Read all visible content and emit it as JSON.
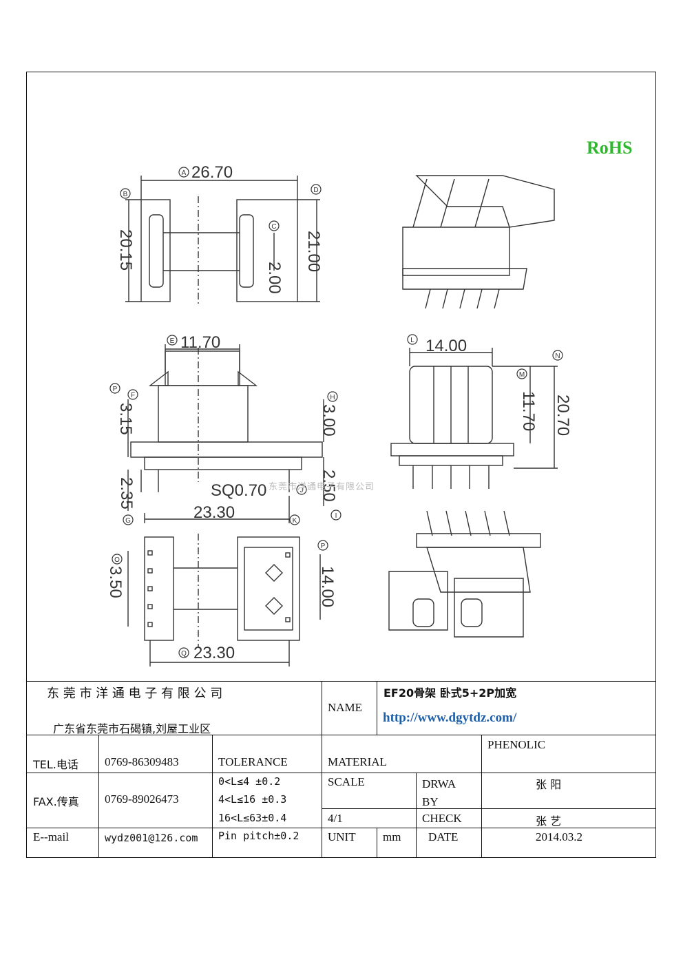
{
  "rohs": "RoHS",
  "watermark": "东莞市洋通电子有限公司",
  "dims": {
    "a": "26.70",
    "b": "20.15",
    "c": "2.00",
    "d": "21.00",
    "e": "11.70",
    "f": "3.15",
    "h": "3.00",
    "sq": "SQ0.70",
    "g": "2.35",
    "i": "2.50",
    "k": "23.30",
    "l": "14.00",
    "m": "11.70",
    "n": "20.70",
    "o": "3.50",
    "p": "14.00",
    "q": "23.30"
  },
  "letters": [
    "A",
    "B",
    "C",
    "D",
    "E",
    "F",
    "H",
    "P",
    "J",
    "G",
    "K",
    "I",
    "L",
    "M",
    "N",
    "O",
    "P",
    "Q"
  ],
  "title_block": {
    "company": "东 莞 市 洋 通 电 子 有 限 公 司",
    "address": "广东省东莞市石碣镇,刘屋工业区",
    "name_label": "NAME",
    "part_name": "EF20骨架 卧式5+2P加宽",
    "url": "http://www.dgytdz.com/",
    "tel_label": "TEL.电话",
    "tel": "0769-86309483",
    "fax_label": "FAX.传真",
    "fax": "0769-89026473",
    "email_label": "E--mail",
    "email": "wydz001@126.com",
    "tolerance_label": "TOLERANCE",
    "tolerances": [
      "0<L≤4 ±0.2",
      "4<L≤16 ±0.3",
      "16<L≤63±0.4",
      "Pin pitch±0.2"
    ],
    "material_label": "MATERIAL",
    "material": "PHENOLIC",
    "scale_label": "SCALE",
    "scale": "4/1",
    "drawn_label": "DRWA BY",
    "drawn": "张 阳",
    "check_label": "CHECK",
    "check": "张 艺",
    "unit_label": "UNIT",
    "unit": "mm",
    "date_label": "DATE",
    "date": "2014.03.2"
  }
}
